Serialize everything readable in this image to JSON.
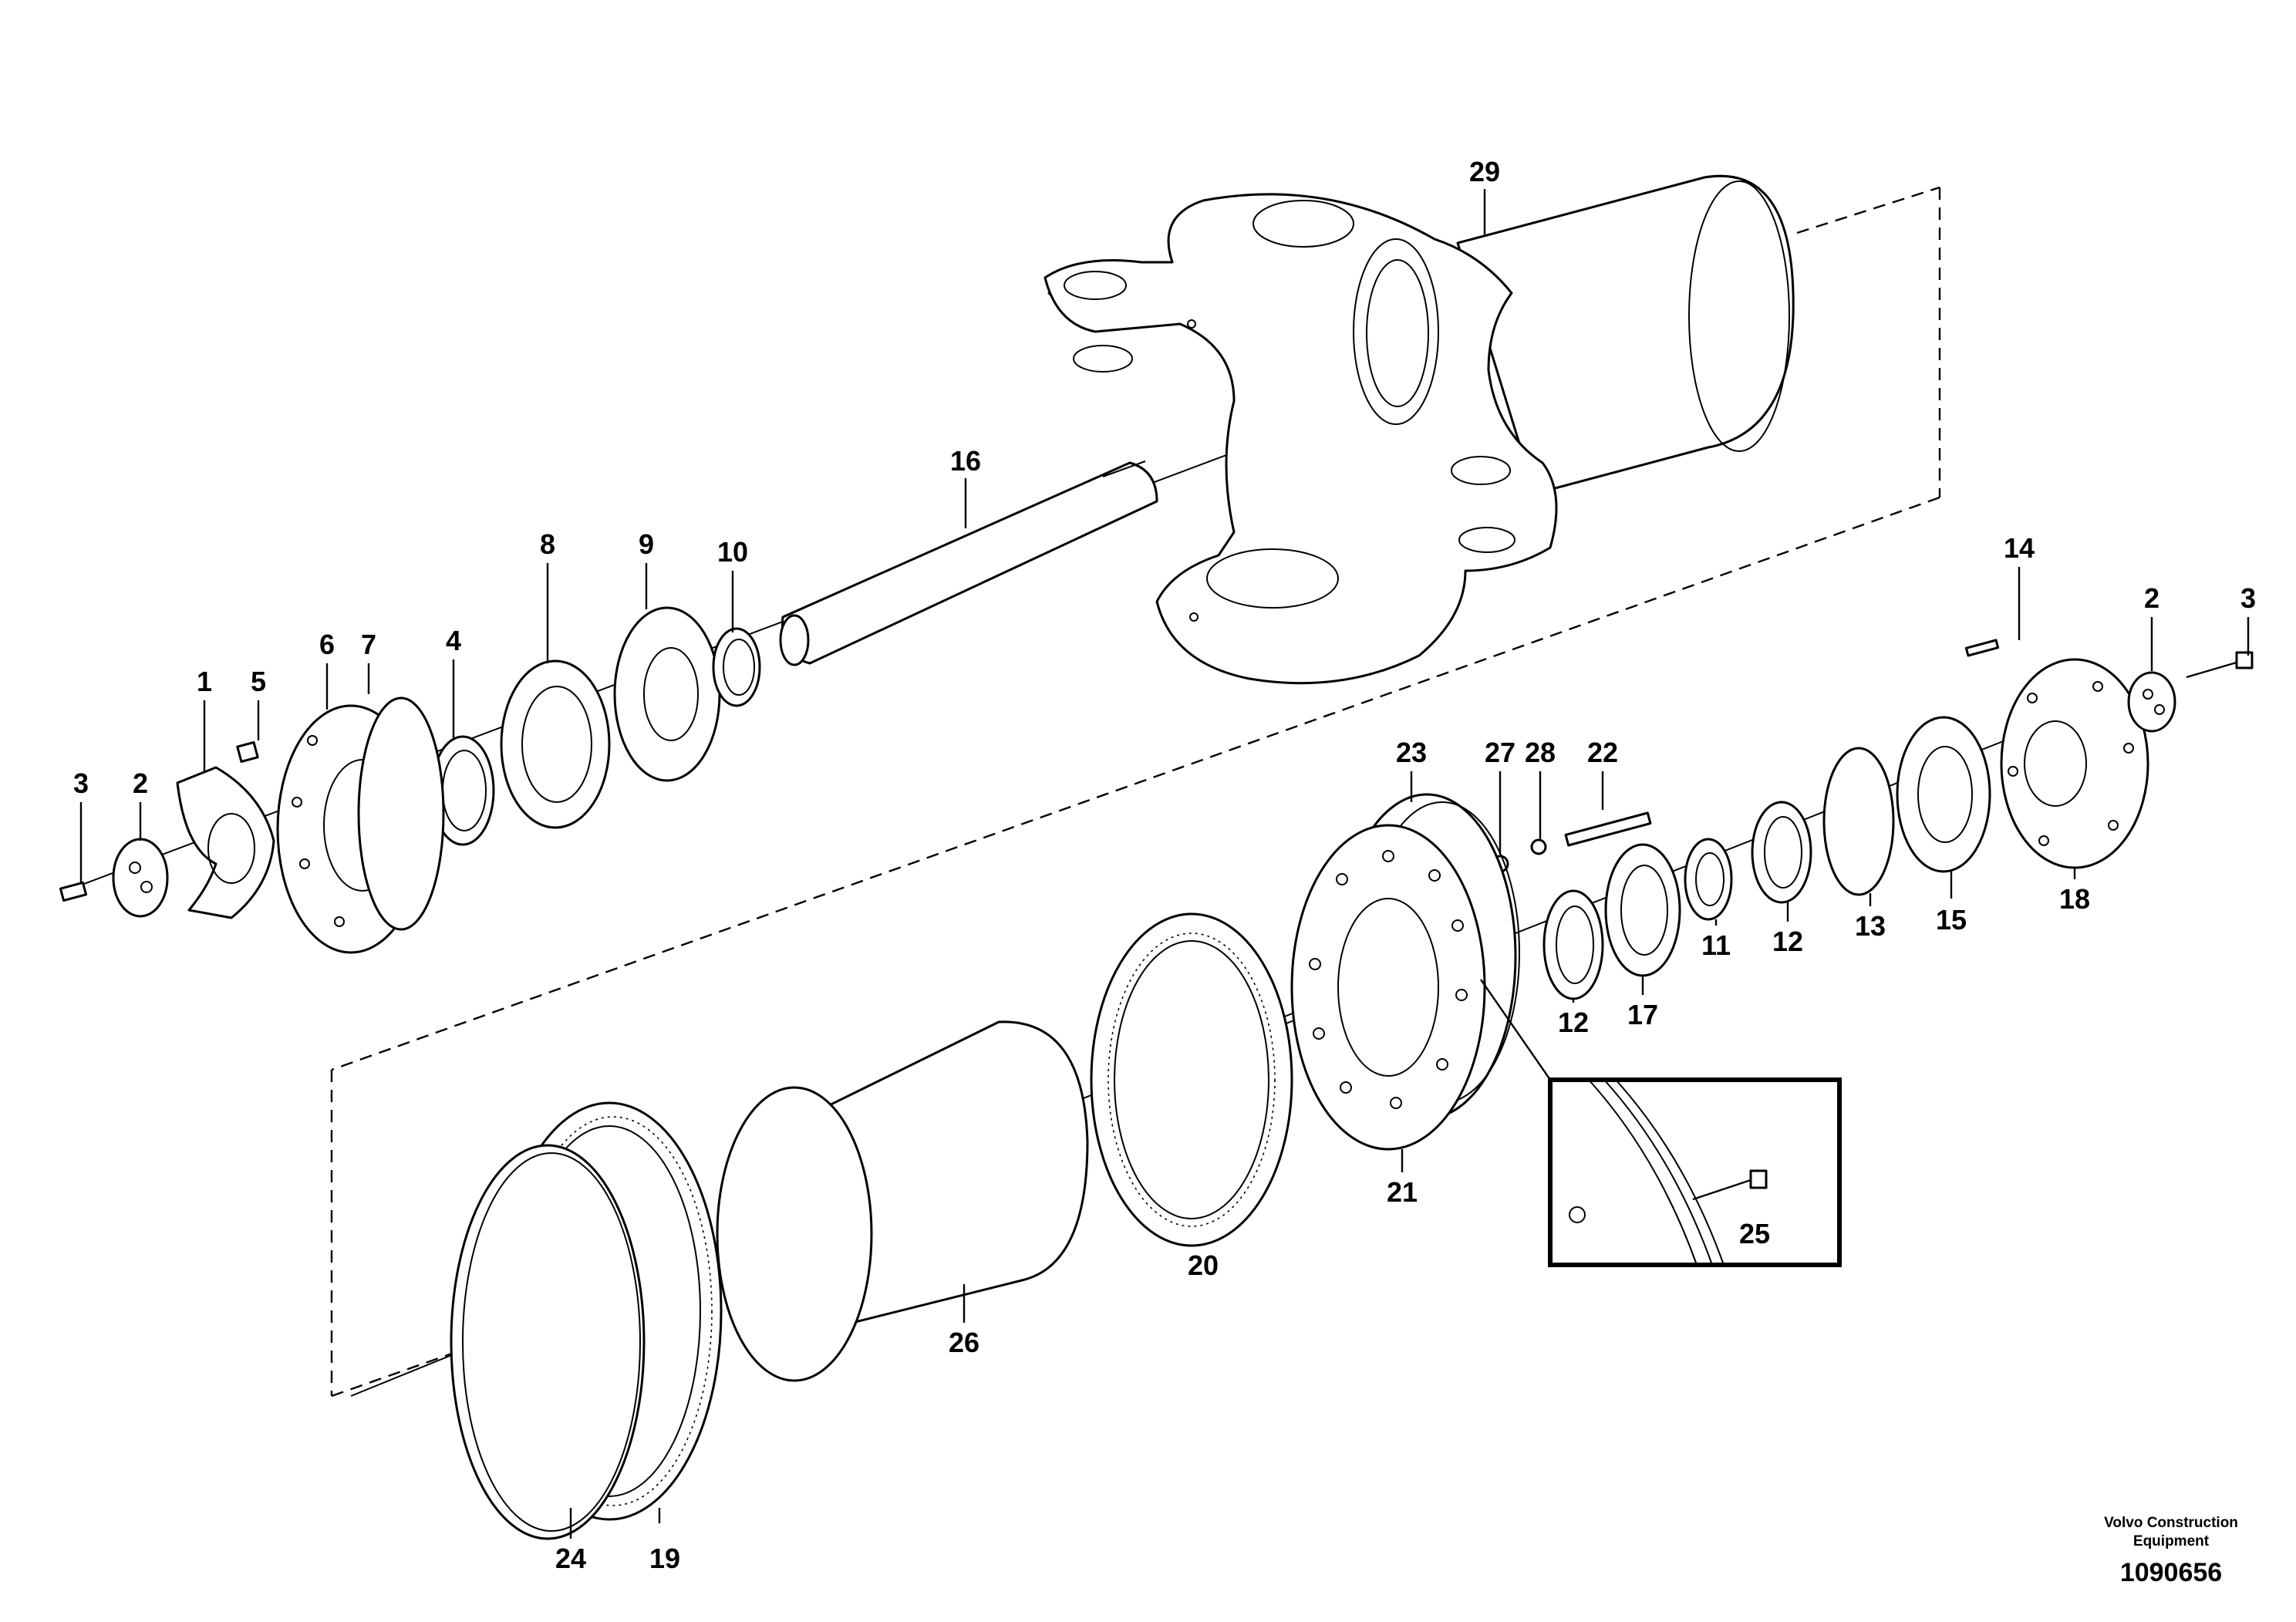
{
  "brand": {
    "line1": "Volvo Construction",
    "line2": "Equipment"
  },
  "document_number": "1090656",
  "callouts": {
    "c29": "29",
    "c16": "16",
    "c8": "8",
    "c9": "9",
    "c10": "10",
    "c6": "6",
    "c7": "7",
    "c4": "4",
    "c1": "1",
    "c5": "5",
    "c3a": "3",
    "c2a": "2",
    "c14": "14",
    "c2b": "2",
    "c3b": "3",
    "c23": "23",
    "c27": "27",
    "c28": "28",
    "c22": "22",
    "c18": "18",
    "c15": "15",
    "c13": "13",
    "c12a": "12",
    "c11": "11",
    "c17": "17",
    "c12b": "12",
    "c21": "21",
    "c25": "25",
    "c20": "20",
    "c26": "26",
    "c24": "24",
    "c19": "19"
  }
}
